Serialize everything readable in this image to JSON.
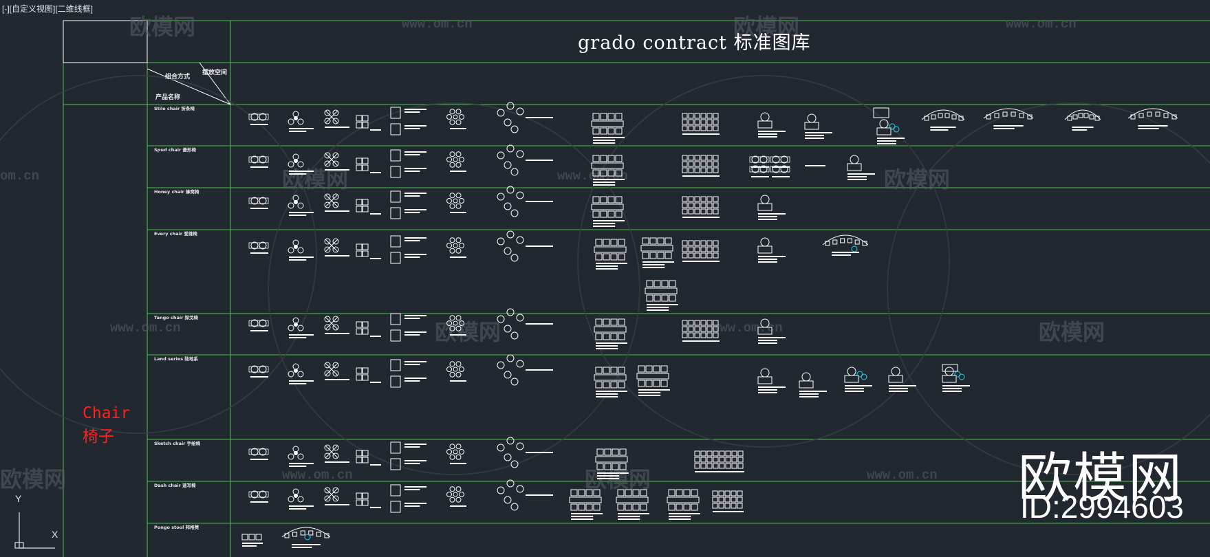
{
  "viewport": {
    "label": "[-][自定义视图][二维线框]"
  },
  "drawing": {
    "title": "grado contract 标准图库",
    "header": {
      "combo_label": "组合方式",
      "space_label": "摆放空间",
      "product_label": "产品名称"
    },
    "category": {
      "line1": "Chair",
      "line2": "椅子"
    },
    "rows": [
      {
        "name": "Stile chair 折条椅"
      },
      {
        "name": "Spud chair 菱形椅"
      },
      {
        "name": "Honey chair 蜂窝椅"
      },
      {
        "name": "Every chair 爱维椅"
      },
      {
        "name": "Tango chair 探戈椅"
      },
      {
        "name": "Land series 陆地系"
      },
      {
        "name": "Sketch chair 手绘椅"
      },
      {
        "name": "Dash chair 速写椅"
      },
      {
        "name": "Pongo stool 邦格凳"
      }
    ]
  },
  "watermark": {
    "brand": "欧模网",
    "url": "www.om.cn",
    "url_partial": "om.cn",
    "id": "ID:2994603"
  },
  "ucs": {
    "y_label": "Y",
    "x_label": "X"
  },
  "colors": {
    "background": "#212830",
    "grid": "#4cbf4c",
    "linework": "#ffffff",
    "accent": "#26d0f0",
    "category": "#ff2020"
  }
}
